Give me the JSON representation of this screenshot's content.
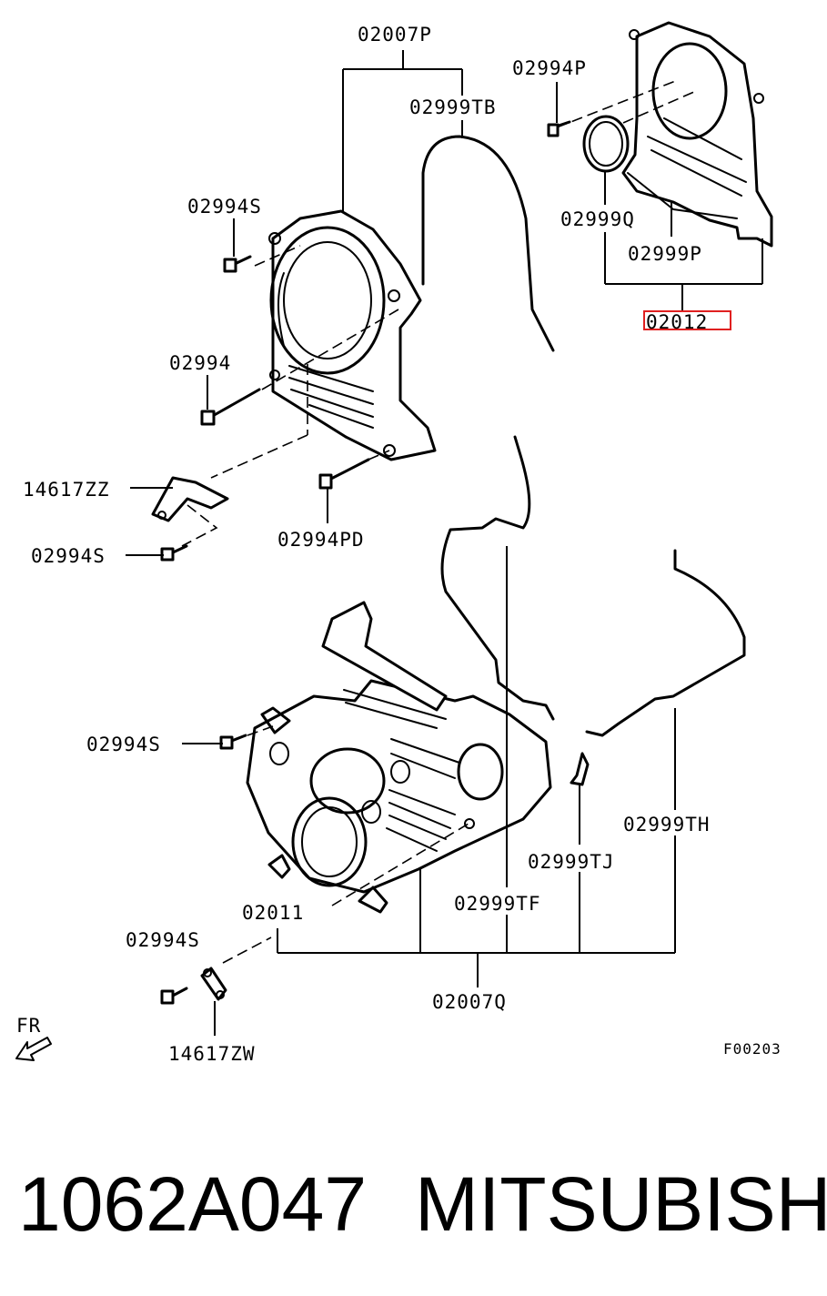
{
  "diagram": {
    "labels": {
      "top_upper_cover": "02007P",
      "top_seal_tb": "02999TB",
      "bolt_p": "02994P",
      "bolt_s_top": "02994S",
      "seal_q": "02999Q",
      "seal_p": "02999P",
      "rear_cover_assy": "02012",
      "bolt": "02994",
      "bracket_zz": "14617ZZ",
      "bolt_pd": "02994PD",
      "bolt_s_bracket": "02994S",
      "bolt_s_lower": "02994S",
      "seal_th": "02999TH",
      "seal_tj": "02999TJ",
      "cover_02011": "02011",
      "seal_tf": "02999TF",
      "bolt_s_bottom": "02994S",
      "lower_cover": "02007Q",
      "bracket_zw": "14617ZW",
      "front_marker": "FR",
      "figure_code": "F00203"
    },
    "highlight_color": "#e02020"
  },
  "footer": {
    "part_number": "1062A047",
    "brand": "MITSUBISHI"
  }
}
